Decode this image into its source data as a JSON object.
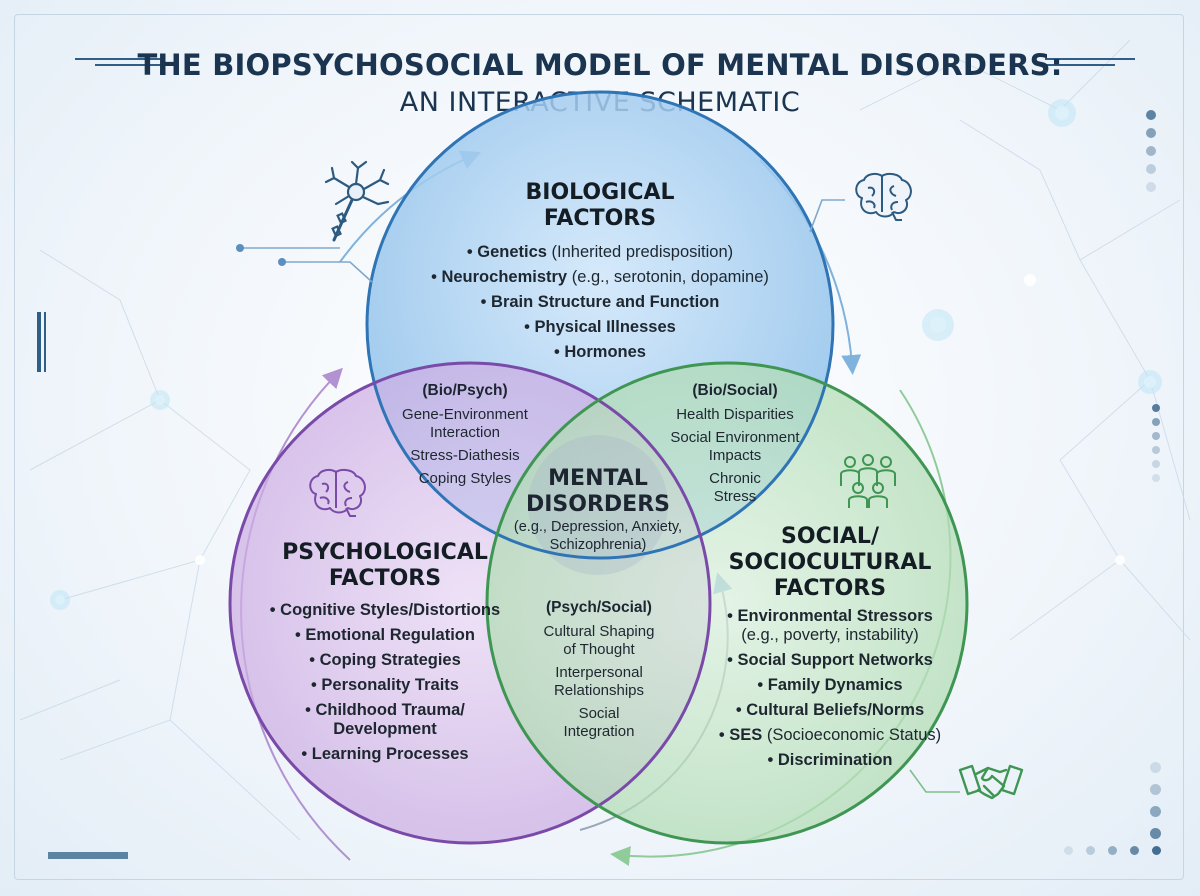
{
  "title": {
    "line1": "THE BIOPSYCHOSOCIAL MODEL OF MENTAL DISORDERS:",
    "line2": "AN INTERACTIVE SCHEMATIC"
  },
  "colors": {
    "biological": "#3d86c6",
    "psychological": "#8a5cb3",
    "social": "#56a86a",
    "title": "#1b3550"
  },
  "biological": {
    "heading": [
      "BIOLOGICAL",
      "FACTORS"
    ],
    "items": [
      {
        "label": "Genetics",
        "note": "(Inherited predisposition)"
      },
      {
        "label": "Neurochemistry",
        "note": "(e.g., serotonin, dopamine)"
      },
      {
        "label": "Brain Structure and Function",
        "note": ""
      },
      {
        "label": "Physical Illnesses",
        "note": ""
      },
      {
        "label": "Hormones",
        "note": ""
      }
    ]
  },
  "psychological": {
    "heading": [
      "PSYCHOLOGICAL",
      "FACTORS"
    ],
    "items": [
      "• Cognitive Styles/Distortions",
      "• Emotional Regulation",
      "• Coping Strategies",
      "• Personality Traits",
      "• Childhood Trauma/",
      "Development",
      "• Learning Processes"
    ]
  },
  "social": {
    "heading": [
      "SOCIAL/",
      "SOCIOCULTURAL",
      "FACTORS"
    ],
    "items": [
      {
        "label": "Environmental Stressors",
        "note": ""
      },
      {
        "label": "",
        "note": "(e.g., poverty, instability)"
      },
      {
        "label": "Social Support Networks",
        "note": ""
      },
      {
        "label": "Family Dynamics",
        "note": ""
      },
      {
        "label": "Cultural Beliefs/Norms",
        "note": ""
      },
      {
        "label": "SES",
        "note": "(Socioeconomic Status)"
      },
      {
        "label": "Discrimination",
        "note": ""
      }
    ]
  },
  "bio_psych": {
    "title": "(Bio/Psych)",
    "items": [
      "Gene-Environment",
      "Interaction",
      "Stress-Diathesis",
      "Coping Styles"
    ]
  },
  "bio_social": {
    "title": "(Bio/Social)",
    "items": [
      "Health Disparities",
      "Social Environment",
      "Impacts",
      "Chronic",
      "Stress"
    ]
  },
  "psych_social": {
    "title": "(Psych/Social)",
    "items": [
      "Cultural Shaping",
      "of Thought",
      "Interpersonal",
      "Relationships",
      "Social",
      "Integration"
    ]
  },
  "center": {
    "heading": [
      "MENTAL",
      "DISORDERS"
    ],
    "examples": [
      "(e.g., Depression, Anxiety,",
      "Schizophrenia)"
    ]
  },
  "icons": [
    "neuron-icon",
    "brain-icon",
    "brain-icon",
    "people-group-icon",
    "handshake-icon"
  ]
}
